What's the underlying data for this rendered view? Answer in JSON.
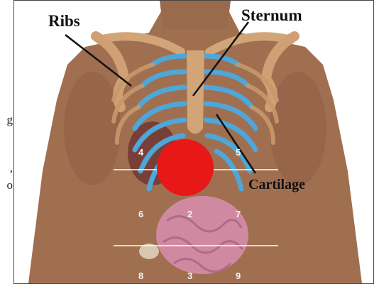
{
  "labels": {
    "ribs": "Ribs",
    "sternum": "Sternum",
    "cartilage": "Cartilage"
  },
  "regions": [
    "4",
    "5",
    "6",
    "2",
    "7",
    "8",
    "3",
    "9"
  ],
  "side_fragments": [
    "g",
    ",",
    "o"
  ],
  "colors": {
    "skin": "#a06f50",
    "rib": "#4ea7d8",
    "bone": "#d2a578",
    "marker": "#e81818",
    "intestine": "#cf8aa2",
    "organ": "#6b2f2f"
  }
}
